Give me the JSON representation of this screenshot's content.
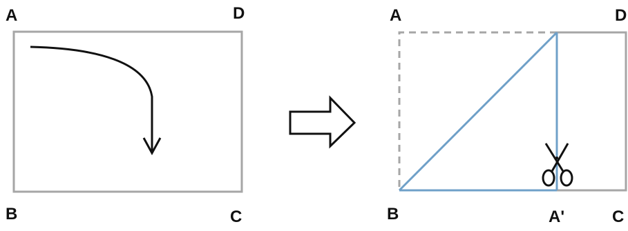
{
  "colors": {
    "rect_stroke": "#a6a6a6",
    "fold_line": "#6fa0c8",
    "arrow_stroke": "#111111",
    "dashed": "#a6a6a6"
  },
  "left_diagram": {
    "labels": {
      "a": "A",
      "b": "B",
      "c": "C",
      "d": "D"
    }
  },
  "right_diagram": {
    "labels": {
      "a": "A",
      "b": "B",
      "c": "C",
      "d": "D",
      "a_prime": "A'"
    }
  },
  "icons": {
    "transition": "right-arrow-outline-icon",
    "cut": "scissors-icon"
  }
}
